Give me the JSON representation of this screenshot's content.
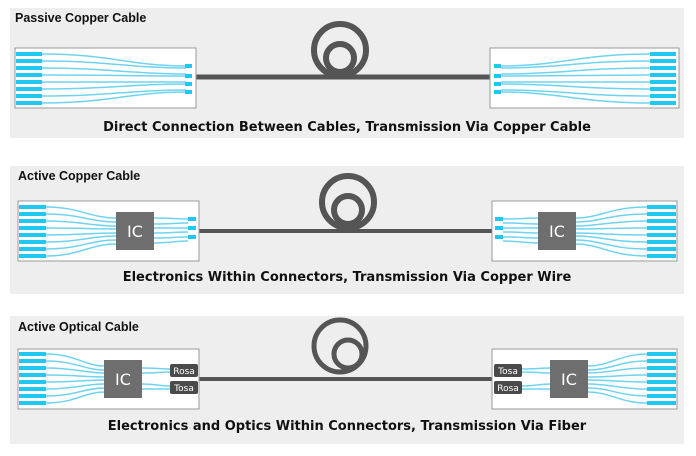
{
  "panels": [
    {
      "title": "Passive Copper Cable",
      "caption": "Direct Connection Between Cables, Transmission Via Copper Cable"
    },
    {
      "title": "Active Copper Cable",
      "caption": "Electronics Within Connectors, Transmission Via Copper Wire",
      "ic_label": "IC"
    },
    {
      "title": "Active Optical Cable",
      "caption": "Electronics and Optics Within Connectors, Transmission Via Fiber",
      "ic_label": "IC",
      "left_chips": [
        "Rosa",
        "Tosa"
      ],
      "right_chips": [
        "Tosa",
        "Rosa"
      ]
    }
  ],
  "colors": {
    "panel_bg": "#eeeeee",
    "connector_bg": "#ffffff",
    "pin": "#1ec8f0",
    "wire": "#6fd3f0",
    "cable": "#555555",
    "ic": "#6e6e6e",
    "chip": "#4a4a4a"
  }
}
